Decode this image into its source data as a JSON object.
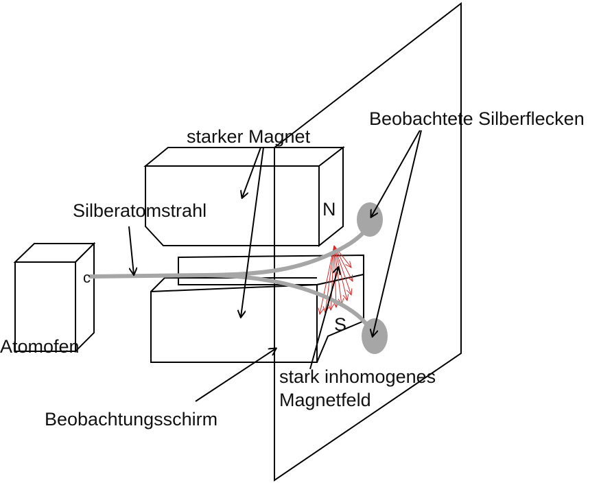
{
  "labels": {
    "strong_magnet": "starker Magnet",
    "observed_spots": "Beobachtete Silberflecken",
    "atom_beam": "Silberatomstrahl",
    "oven": "Atomofen",
    "pole_north": "N",
    "pole_south": "S",
    "field_line1": "stark inhomogenes",
    "field_line2": "Magnetfeld",
    "screen": "Beobachtungsschirm",
    "oven_aperture": "c"
  },
  "colors": {
    "line": "#000000",
    "beam": "#a6a6a6",
    "field": "#d62828",
    "spot": "#a6a6a6"
  }
}
